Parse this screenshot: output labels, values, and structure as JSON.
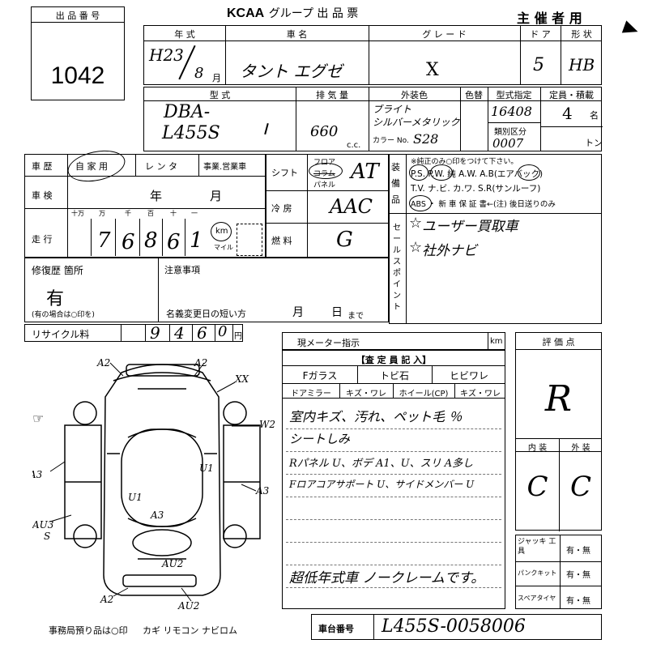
{
  "header": {
    "lot_label": "出 品 番 号",
    "lot_number": "1042",
    "org_title": "KCAA",
    "org_suffix": "グループ 出 品 票",
    "organizer": "主 催 者 用"
  },
  "row1": {
    "year_label": "年 式",
    "year_value": "H23",
    "month_value": "8",
    "month_unit": "月",
    "name_label": "車 名",
    "name_value": "タント エグゼ",
    "grade_label": "グ レ ー ド",
    "grade_value": "X",
    "doors_label": "ド ア",
    "doors_value": "5",
    "shape_label": "形 状",
    "shape_value": "HB"
  },
  "row2": {
    "model_label": "型 式",
    "model_value_1": "DBA-",
    "model_value_2": "L455S",
    "disp_label": "排 気 量",
    "disp_value": "660",
    "disp_unit": "c.c.",
    "color_label": "外装色",
    "color_value_1": "ブライト",
    "color_value_2": "シルバーメタリック",
    "color_no_label": "カラー No.",
    "color_no_value": "S28",
    "repaint_label": "色替",
    "spec_label": "型式指定",
    "spec_value": "16408",
    "class_label": "類別区分",
    "class_value": "0007",
    "cap_label": "定員・積載",
    "cap_value": "4",
    "cap_unit": "名",
    "ton_unit": "トン"
  },
  "history": {
    "history_label": "車 歴",
    "own": "自 家 用",
    "rental": "レ ン タ",
    "business": "事業.営業車",
    "inspection_label": "車 検",
    "year_unit": "年",
    "month_unit": "月",
    "mileage_label": "走 行",
    "digit_labels": [
      "十万",
      "万",
      "千",
      "百",
      "十",
      "一"
    ],
    "mileage_digits": [
      "",
      "7",
      "6",
      "8",
      "6",
      "1"
    ],
    "km_label": "km",
    "mile_label": "マイル"
  },
  "shift": {
    "shift_label": "シフト",
    "floor": "フロア",
    "column": "コラム",
    "panel": "パネル",
    "shift_value": "AT",
    "aircon_label": "冷 房",
    "aircon_value": "AAC",
    "fuel_label": "燃 料",
    "fuel_value": "G"
  },
  "equipment": {
    "label": "装 備 品",
    "note": "※純正のみ○印をつけて下さい。",
    "line1": "P.S. P.W. 純 A.W. A.B(エアバック)",
    "line2": "T.V. ナ.ビ. カ.ワ. S.R(サンルーフ)",
    "line3": "ABS ・ 新 車 保 証 書←(注) 後日送りのみ"
  },
  "sales_point": {
    "label": "セールスポイント",
    "line1": "ユーザー買取車",
    "line2": "社外ナビ"
  },
  "repair": {
    "label": "修復歴 箇所",
    "value": "有",
    "note": "(有の場合は○印を)"
  },
  "notes": {
    "label": "注意事項",
    "deadline_label": "名義変更日の短い方",
    "month": "月",
    "day": "日",
    "until": "まで"
  },
  "recycle": {
    "label": "リサイクル料",
    "digits": [
      "",
      "9",
      "4",
      "6",
      "0"
    ],
    "unit": "円"
  },
  "meter": {
    "label": "現メーター指示",
    "unit": "km"
  },
  "inspector": {
    "header": "【査 定 員 記 入】",
    "cols_a": [
      "Fガラス",
      "トビ石",
      "ヒビワレ"
    ],
    "cols_b": [
      "ドアミラー",
      "キズ・ワレ",
      "ホイール(CP)",
      "キズ・ワレ"
    ],
    "comments": [
      "室内キズ、汚れ、ペット毛 ％",
      "シートしみ",
      "Rパネル U、ボデ A1、U、スリ A多し",
      "Fロアコアサポート U、サイドメンバー U",
      "超低年式車 ノークレームです。"
    ]
  },
  "score": {
    "label": "評 価 点",
    "value": "R",
    "interior_label": "内 装",
    "exterior_label": "外 装",
    "interior_value": "C",
    "exterior_value": "C"
  },
  "tools": {
    "jack_label": "ジャッキ 工 具",
    "puncture_label": "パンクキット",
    "spare_label": "スペアタイヤ",
    "option": "有・無"
  },
  "diagram_marks": [
    "A2",
    "A2",
    "XX",
    "W2",
    "A3",
    "A3",
    "AU3",
    "S",
    "U1",
    "U1",
    "A3",
    "AU2",
    "A2",
    "AU2"
  ],
  "footer": {
    "office_note": "事務局預り品は○印",
    "items": "カギ リモコン ナビロム",
    "vin_label": "車台番号",
    "vin_value": "L455S-0058006"
  }
}
